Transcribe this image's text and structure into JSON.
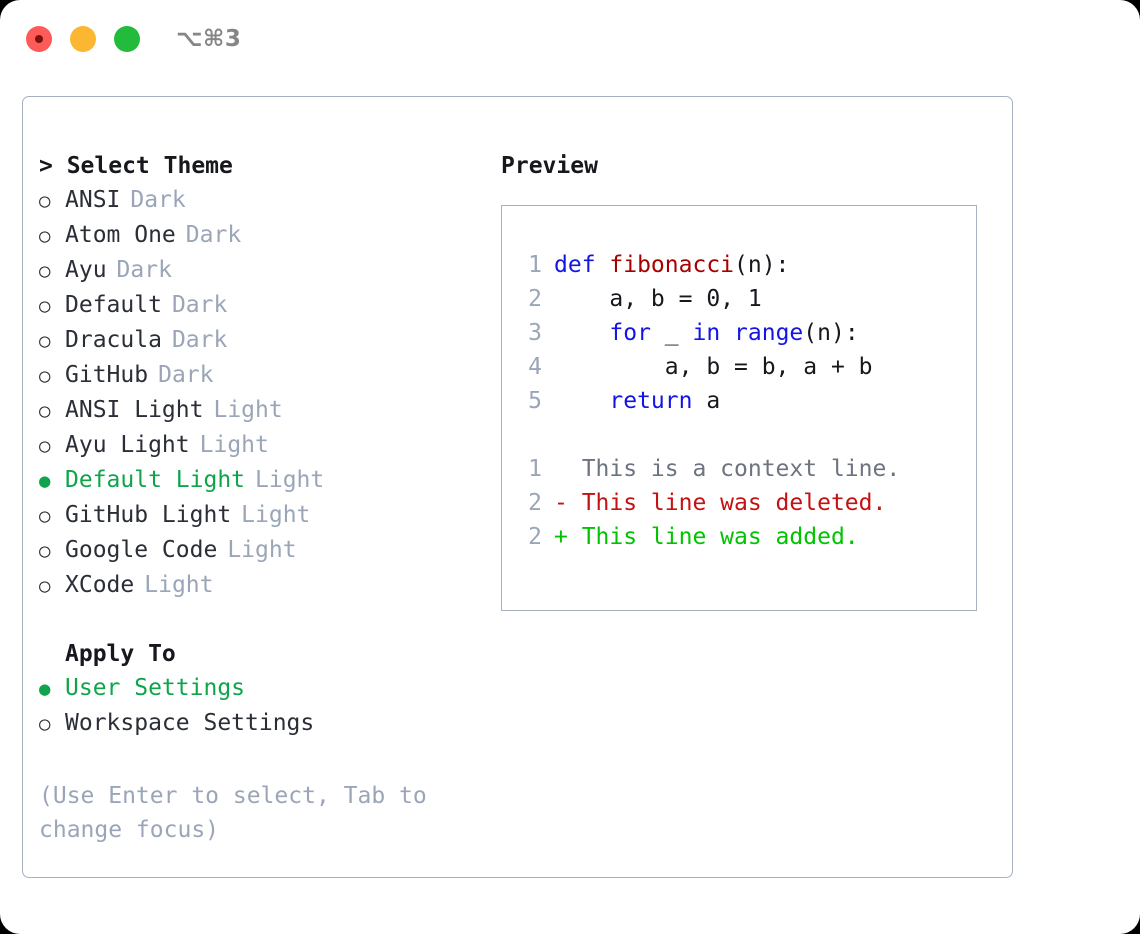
{
  "titlebar": {
    "shortcut": "⌥⌘3",
    "lights": [
      {
        "name": "close",
        "color": "#fc5b57"
      },
      {
        "name": "minimize",
        "color": "#fbb731"
      },
      {
        "name": "maximize",
        "color": "#22bb3b"
      }
    ]
  },
  "theme_picker": {
    "header": "> Select Theme",
    "selected_marker": "●",
    "unselected_marker": "○",
    "accent_color": "#0ea54a",
    "tag_color": "#9aa6b8",
    "items": [
      {
        "label": "ANSI",
        "tag": "Dark",
        "selected": false
      },
      {
        "label": "Atom One",
        "tag": "Dark",
        "selected": false
      },
      {
        "label": "Ayu",
        "tag": "Dark",
        "selected": false
      },
      {
        "label": "Default",
        "tag": "Dark",
        "selected": false
      },
      {
        "label": "Dracula",
        "tag": "Dark",
        "selected": false
      },
      {
        "label": "GitHub",
        "tag": "Dark",
        "selected": false
      },
      {
        "label": "ANSI Light",
        "tag": "Light",
        "selected": false
      },
      {
        "label": "Ayu Light",
        "tag": "Light",
        "selected": false
      },
      {
        "label": "Default Light",
        "tag": "Light",
        "selected": true
      },
      {
        "label": "GitHub Light",
        "tag": "Light",
        "selected": false
      },
      {
        "label": "Google Code",
        "tag": "Light",
        "selected": false
      },
      {
        "label": "XCode",
        "tag": "Light",
        "selected": false
      }
    ]
  },
  "apply_to": {
    "header": "Apply To",
    "items": [
      {
        "label": "User Settings",
        "selected": true
      },
      {
        "label": "Workspace Settings",
        "selected": false
      }
    ]
  },
  "hint": "(Use Enter to select, Tab to change focus)",
  "preview": {
    "title": "Preview",
    "code_lines": [
      {
        "no": "1",
        "tokens": [
          {
            "t": "def ",
            "k": "kw"
          },
          {
            "t": "fibonacci",
            "k": "fn"
          },
          {
            "t": "(n):",
            "k": "plain"
          }
        ]
      },
      {
        "no": "2",
        "tokens": [
          {
            "t": "    a, b = 0, 1",
            "k": "plain"
          }
        ]
      },
      {
        "no": "3",
        "tokens": [
          {
            "t": "    ",
            "k": "plain"
          },
          {
            "t": "for",
            "k": "kw"
          },
          {
            "t": " _ ",
            "k": "plain"
          },
          {
            "t": "in",
            "k": "kw"
          },
          {
            "t": " ",
            "k": "plain"
          },
          {
            "t": "range",
            "k": "kw"
          },
          {
            "t": "(n):",
            "k": "plain"
          }
        ]
      },
      {
        "no": "4",
        "tokens": [
          {
            "t": "        a, b = b, a + b",
            "k": "plain"
          }
        ]
      },
      {
        "no": "5",
        "tokens": [
          {
            "t": "    ",
            "k": "plain"
          },
          {
            "t": "return",
            "k": "kw"
          },
          {
            "t": " a",
            "k": "plain"
          }
        ]
      }
    ],
    "diff_lines": [
      {
        "no": "1",
        "marker": " ",
        "text": "  This is a context line.",
        "kind": "context"
      },
      {
        "no": "2",
        "marker": " ",
        "text": "- This line was deleted.",
        "kind": "del"
      },
      {
        "no": "2",
        "marker": " ",
        "text": "+ This line was added.",
        "kind": "add"
      }
    ]
  }
}
